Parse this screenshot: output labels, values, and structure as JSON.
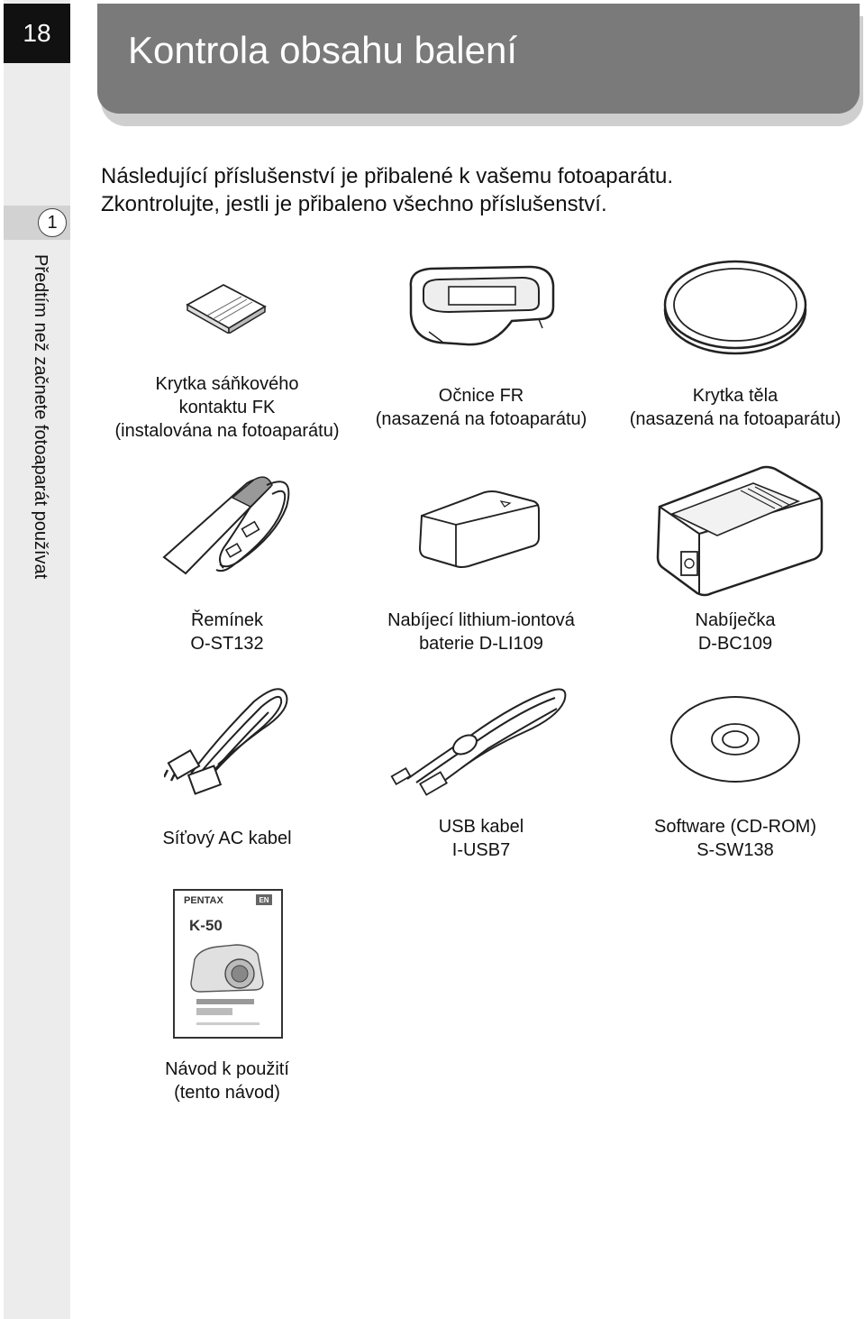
{
  "page": {
    "number": "18",
    "title": "Kontrola obsahu balení",
    "chapter_number": "1",
    "chapter_title": "Předtím než začnete fotoaparát používat"
  },
  "intro": {
    "line1": "Následující příslušenství je přibalené k vašemu fotoaparátu.",
    "line2": "Zkontrolujte, jestli je přibaleno všechno příslušenství."
  },
  "items": [
    {
      "lines": [
        "Krytka sáňkového",
        "kontaktu FK",
        "(instalována na fotoaparátu)"
      ]
    },
    {
      "lines": [
        "Očnice FR",
        "(nasazená na fotoaparátu)"
      ]
    },
    {
      "lines": [
        "Krytka těla",
        "(nasazená na fotoaparátu)"
      ]
    },
    {
      "lines": [
        "Řemínek",
        "O-ST132"
      ]
    },
    {
      "lines": [
        "Nabíjecí lithium-iontová",
        "baterie D-LI109"
      ]
    },
    {
      "lines": [
        "Nabíječka",
        "D-BC109"
      ]
    },
    {
      "lines": [
        "Síťový AC kabel"
      ]
    },
    {
      "lines": [
        "USB kabel",
        "I-USB7"
      ]
    },
    {
      "lines": [
        "Software (CD-ROM)",
        "S-SW138"
      ]
    },
    {
      "lines": [
        "Návod k použití",
        "(tento návod)"
      ]
    }
  ],
  "manual_cover": {
    "brand": "PENTAX",
    "model": "K-50",
    "lang": "EN"
  }
}
